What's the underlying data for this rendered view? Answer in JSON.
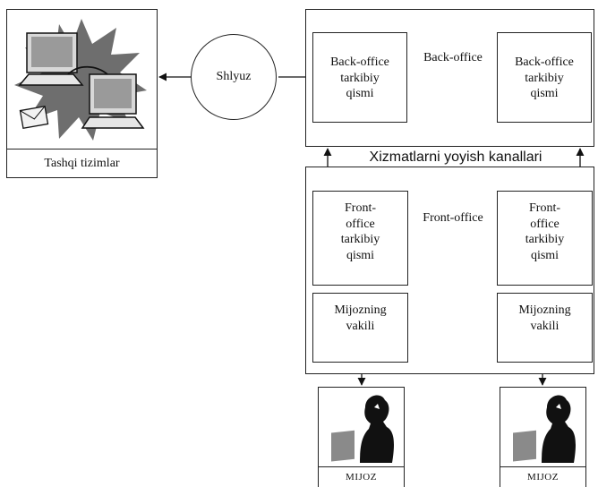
{
  "external": {
    "label": "Tashqi tizimlar"
  },
  "gateway": {
    "label": "Shlyuz"
  },
  "back_office": {
    "left_label": "Back-office\ntarkibiy\nqismi",
    "right_label": "Back-office\ntarkibiy\nqismi",
    "link_label": "Back-office"
  },
  "channels": {
    "label": "Xizmatlarni yoyish kanallari"
  },
  "front_office": {
    "left_label": "Front-\noffice\ntarkibiy\nqismi",
    "right_label": "Front-\noffice\ntarkibiy\nqismi",
    "link_label": "Front-office"
  },
  "agent": {
    "left_label": "Mijozning\nvakili",
    "right_label": "Mijozning\nvakili"
  },
  "client": {
    "left_label": "MIJOZ",
    "right_label": "MIJOZ"
  }
}
